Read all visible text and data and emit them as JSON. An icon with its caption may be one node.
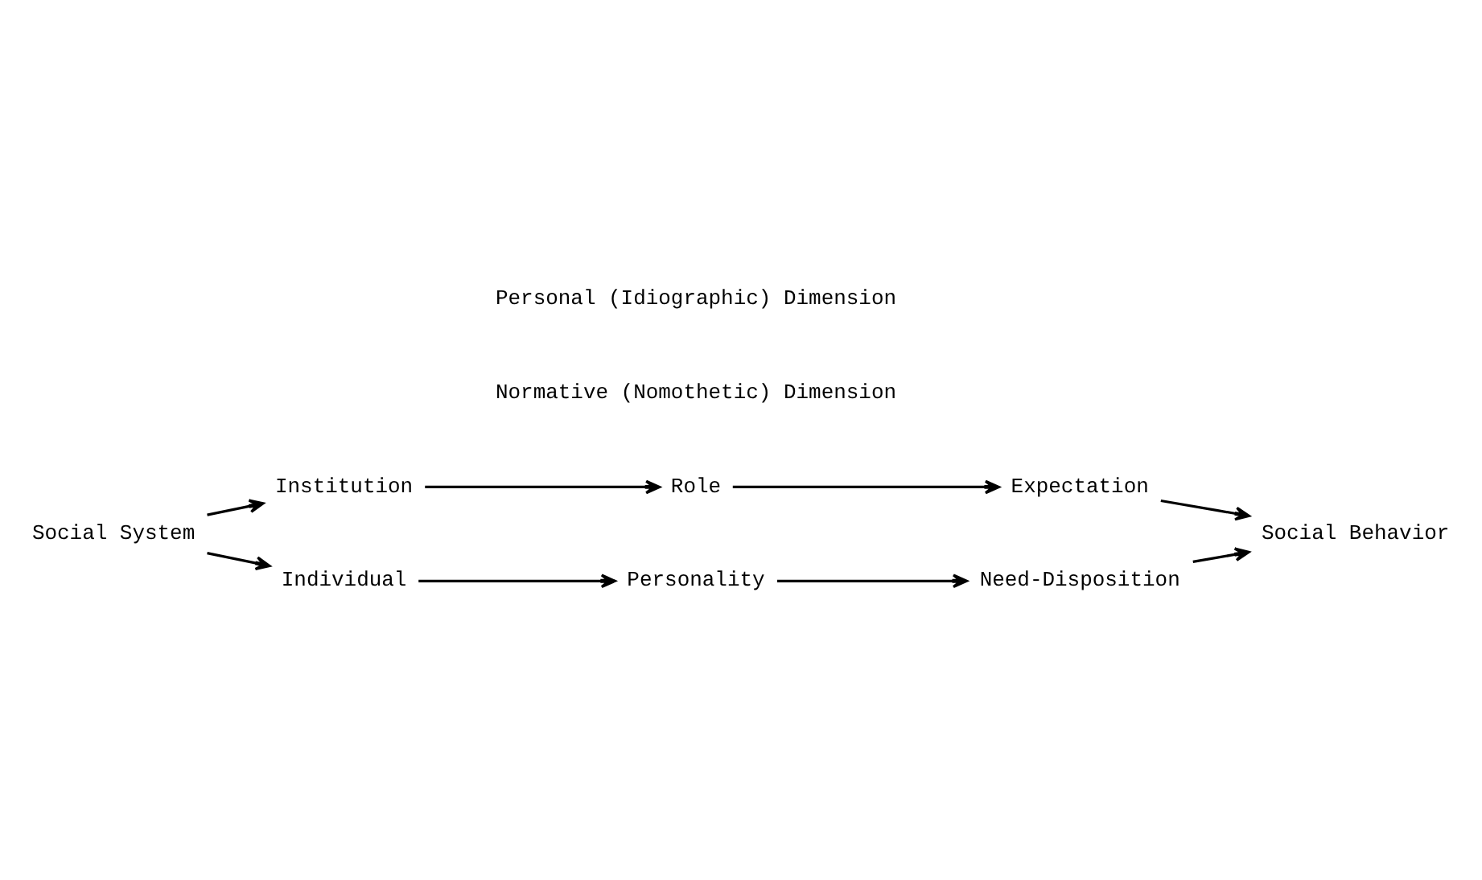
{
  "diagram": {
    "nodes": [
      {
        "text": [
          "Social System"
        ]
      },
      {
        "text": [
          "Institution"
        ]
      },
      {
        "text": [
          "Role"
        ]
      },
      {
        "text": [
          "Expectation"
        ]
      },
      {
        "text": [
          "Social Behavior"
        ]
      },
      {
        "text": [
          "Individual"
        ]
      },
      {
        "text": [
          "Personality"
        ]
      },
      {
        "text": [
          "Need-Disposition"
        ]
      }
    ],
    "edges": [
      {
        "from": 0,
        "to": 1,
        "arrow": "to"
      },
      {
        "from": 1,
        "to": 2,
        "arrow": "to"
      },
      {
        "from": 2,
        "to": 3,
        "arrow": "to"
      },
      {
        "from": 3,
        "to": 4,
        "arrow": "to"
      },
      {
        "from": 0,
        "to": 5,
        "arrow": "to"
      },
      {
        "from": 5,
        "to": 6,
        "arrow": "to"
      },
      {
        "from": 6,
        "to": 7,
        "arrow": "to"
      },
      {
        "from": 7,
        "to": 4,
        "arrow": "to"
      }
    ],
    "labels": [
      "Normative (Nomothetic) Dimension",
      "Personal (Idiographic) Dimension"
    ]
  }
}
